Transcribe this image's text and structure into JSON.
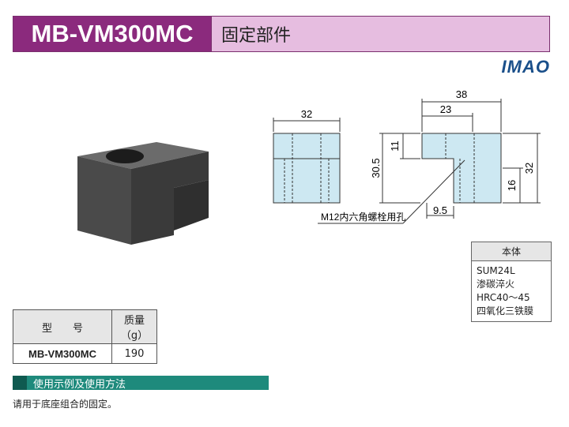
{
  "header": {
    "code": "MB-VM300MC",
    "title": "固定部件"
  },
  "logo": {
    "text": "IMAO",
    "color": "#1a4f8a"
  },
  "drawing": {
    "dims": {
      "front_width": "32",
      "side_total": "38",
      "side_upper": "23",
      "side_height_outer": "32",
      "side_height_step": "16",
      "left_height": "30.5",
      "left_top": "11",
      "slot": "9.5"
    },
    "callout": "M12内六角螺栓用孔",
    "fill_color": "#cde8f2"
  },
  "material": {
    "header": "本体",
    "lines": [
      "SUM24L",
      "渗碳淬火",
      "HRC40～45",
      "四氧化三铁膜"
    ]
  },
  "spec_table": {
    "col_model": "型　　号",
    "col_mass": "质量",
    "col_mass_unit": "（g）",
    "rows": [
      {
        "model": "MB-VM300MC",
        "mass": "190"
      }
    ]
  },
  "usage": {
    "title": "使用示例及使用方法",
    "text": "请用于底座组合的固定。"
  }
}
